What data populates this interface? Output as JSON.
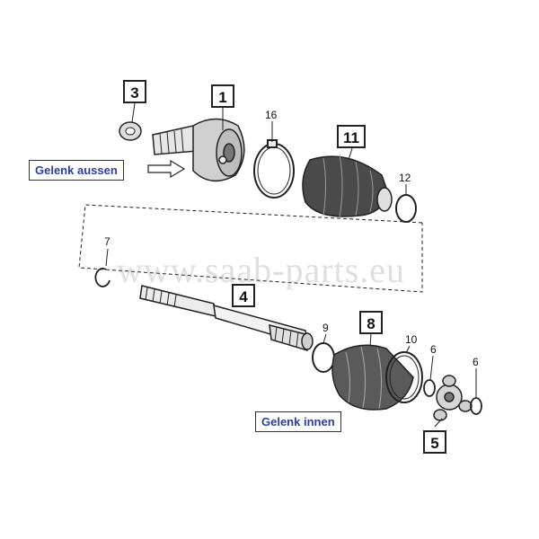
{
  "labels": {
    "outer_joint": "Gelenk aussen",
    "inner_joint": "Gelenk innen"
  },
  "watermark": "www.saab-parts.eu",
  "callouts": {
    "n1": "1",
    "n3": "3",
    "n4": "4",
    "n5": "5",
    "n8": "8",
    "n11": "11",
    "n16": "16",
    "n12": "12",
    "n7": "7",
    "n9": "9",
    "n10": "10",
    "n6a": "6",
    "n6b": "6"
  },
  "colors": {
    "label_text": "#2a3f9e",
    "line": "#222222"
  }
}
